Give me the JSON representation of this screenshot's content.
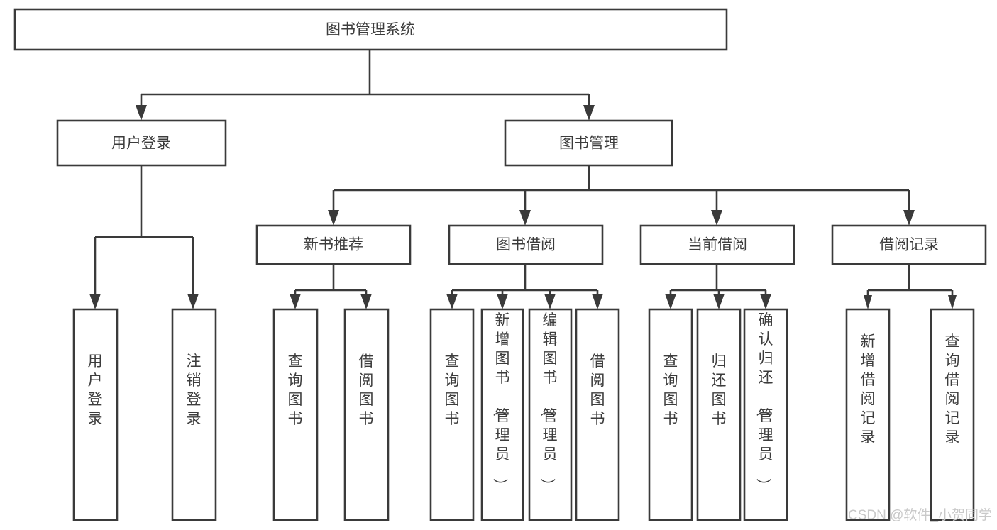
{
  "diagram": {
    "title": "图书管理系统",
    "type": "tree-hierarchy",
    "root": {
      "id": "root",
      "label": "图书管理系统"
    },
    "level2": [
      {
        "id": "user-login",
        "label": "用户登录"
      },
      {
        "id": "book-manage",
        "label": "图书管理"
      }
    ],
    "level3": [
      {
        "id": "new-book-recommend",
        "label": "新书推荐",
        "parent": "book-manage"
      },
      {
        "id": "book-borrow",
        "label": "图书借阅",
        "parent": "book-manage"
      },
      {
        "id": "current-borrow",
        "label": "当前借阅",
        "parent": "book-manage"
      },
      {
        "id": "borrow-record",
        "label": "借阅记录",
        "parent": "book-manage"
      }
    ],
    "leaves": [
      {
        "id": "leaf-user-login",
        "label": "用户登录",
        "parent": "user-login"
      },
      {
        "id": "leaf-logout-login",
        "label": "注销登录",
        "parent": "user-login"
      },
      {
        "id": "leaf-query-book-1",
        "label": "查询图书",
        "parent": "new-book-recommend"
      },
      {
        "id": "leaf-borrow-book-1",
        "label": "借阅图书",
        "parent": "new-book-recommend"
      },
      {
        "id": "leaf-query-book-2",
        "label": "查询图书",
        "parent": "book-borrow"
      },
      {
        "id": "leaf-add-book",
        "label": "新增图书（管理员）",
        "parent": "book-borrow"
      },
      {
        "id": "leaf-edit-book",
        "label": "编辑图书（管理员）",
        "parent": "book-borrow"
      },
      {
        "id": "leaf-borrow-book-2",
        "label": "借阅图书",
        "parent": "book-borrow"
      },
      {
        "id": "leaf-query-book-3",
        "label": "查询图书",
        "parent": "current-borrow"
      },
      {
        "id": "leaf-return-book",
        "label": "归还图书",
        "parent": "current-borrow"
      },
      {
        "id": "leaf-confirm-return",
        "label": "确认归还（管理员）",
        "parent": "current-borrow"
      },
      {
        "id": "leaf-add-record",
        "label": "新增借阅记录",
        "parent": "borrow-record"
      },
      {
        "id": "leaf-query-record",
        "label": "查询借阅记录",
        "parent": "borrow-record"
      }
    ],
    "colors": {
      "box_stroke": "#3a3a3a",
      "box_fill": "#ffffff",
      "text": "#3c3c3c",
      "background": "#ffffff",
      "watermark": "#c9c9c9"
    }
  },
  "watermark": {
    "text": "CSDN @软件_小贺同学"
  }
}
